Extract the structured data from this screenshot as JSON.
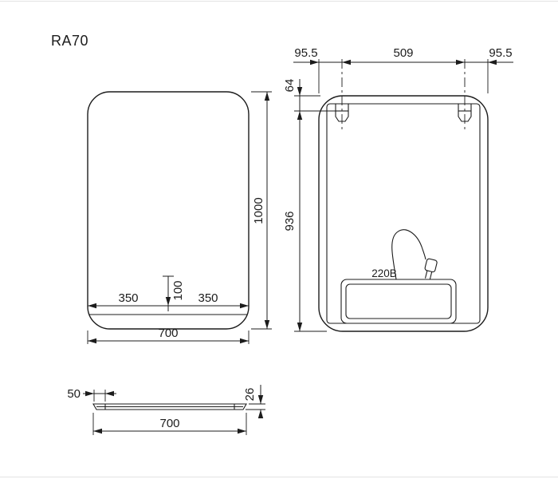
{
  "model_label": "RA70",
  "front": {
    "height": "1000",
    "width": "700",
    "offset_left": "350",
    "offset_right": "350",
    "switch_height": "100"
  },
  "back": {
    "left_margin": "95.5",
    "bracket_span": "509",
    "right_margin": "95.5",
    "top_offset": "64",
    "body_height": "936",
    "voltage": "220В"
  },
  "side": {
    "mount_width": "50",
    "thickness": "26",
    "width": "700"
  },
  "colors": {
    "line": "#1c1c1c",
    "background": "#ffffff"
  }
}
